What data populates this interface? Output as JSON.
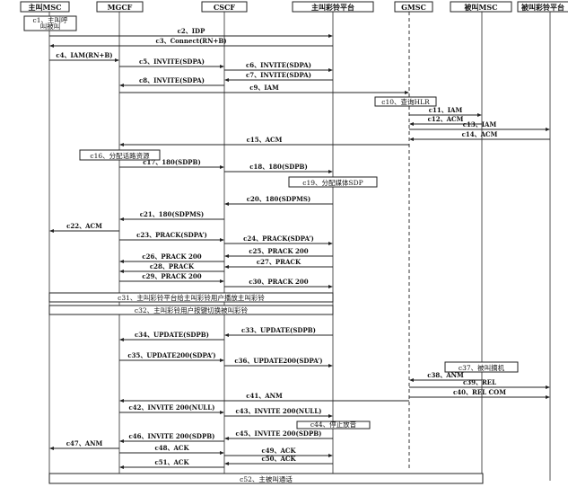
{
  "lifelines": [
    "主叫MSC",
    "MGCF",
    "CSCF",
    "主叫彩铃平台",
    "GMSC",
    "被叫MSC",
    "被叫彩铃平台"
  ],
  "messages": [
    {
      "label": "c2、IDP",
      "from": 0,
      "to": 3
    },
    {
      "label": "c3、Connect(RN+B)",
      "from": 3,
      "to": 0
    },
    {
      "label": "c4、IAM(RN+B)",
      "from": 0,
      "to": 1
    },
    {
      "label": "c5、INVITE(SDPA)",
      "from": 1,
      "to": 2
    },
    {
      "label": "c6、INVITE(SDPA)",
      "from": 2,
      "to": 3
    },
    {
      "label": "c7、INVITE(SDPA)",
      "from": 3,
      "to": 2
    },
    {
      "label": "c8、INVITE(SDPA)",
      "from": 2,
      "to": 1
    },
    {
      "label": "c9、IAM",
      "from": 1,
      "to": 4
    },
    {
      "label": "c11、IAM",
      "from": 4,
      "to": 5
    },
    {
      "label": "c12、ACM",
      "from": 5,
      "to": 4
    },
    {
      "label": "c13、IAM",
      "from": 4,
      "to": 6
    },
    {
      "label": "c14、ACM",
      "from": 6,
      "to": 4
    },
    {
      "label": "c15、ACM",
      "from": 4,
      "to": 1
    },
    {
      "label": "c17、180(SDPB)",
      "from": 1,
      "to": 2
    },
    {
      "label": "c18、180(SDPB)",
      "from": 2,
      "to": 3
    },
    {
      "label": "c20、180(SDPMS)",
      "from": 3,
      "to": 2
    },
    {
      "label": "c21、180(SDPMS)",
      "from": 2,
      "to": 1
    },
    {
      "label": "c22、ACM",
      "from": 1,
      "to": 0
    },
    {
      "label": "c23、PRACK(SDPA’)",
      "from": 1,
      "to": 2
    },
    {
      "label": "c24、PRACK(SDPA’)",
      "from": 2,
      "to": 3
    },
    {
      "label": "c25、PRACK 200",
      "from": 3,
      "to": 2
    },
    {
      "label": "c26、PRACK 200",
      "from": 2,
      "to": 1
    },
    {
      "label": "c27、PRACK",
      "from": 3,
      "to": 2
    },
    {
      "label": "c28、PRACK",
      "from": 2,
      "to": 1
    },
    {
      "label": "c29、PRACK 200",
      "from": 1,
      "to": 2
    },
    {
      "label": "c30、PRACK 200",
      "from": 2,
      "to": 3
    },
    {
      "label": "c33、UPDATE(SDPB)",
      "from": 3,
      "to": 2
    },
    {
      "label": "c34、UPDATE(SDPB)",
      "from": 2,
      "to": 1
    },
    {
      "label": "c35、UPDATE200(SDPA’)",
      "from": 1,
      "to": 2
    },
    {
      "label": "c36、UPDATE200(SDPA’)",
      "from": 2,
      "to": 3
    },
    {
      "label": "c38、ANM",
      "from": 5,
      "to": 4
    },
    {
      "label": "c39、REL",
      "from": 4,
      "to": 6
    },
    {
      "label": "c40、REL COM",
      "from": 4,
      "to": 6
    },
    {
      "label": "c41、ANM",
      "from": 4,
      "to": 1
    },
    {
      "label": "c42、INVITE 200(NULL)",
      "from": 1,
      "to": 2
    },
    {
      "label": "c43、INVITE 200(NULL)",
      "from": 2,
      "to": 3
    },
    {
      "label": "c45、INVITE 200(SDPB)",
      "from": 3,
      "to": 2
    },
    {
      "label": "c46、INVITE 200(SDPB)",
      "from": 2,
      "to": 1
    },
    {
      "label": "c47、ANM",
      "from": 1,
      "to": 0
    },
    {
      "label": "c48、ACK",
      "from": 1,
      "to": 2
    },
    {
      "label": "c49、ACK",
      "from": 2,
      "to": 3
    },
    {
      "label": "c50、ACK",
      "from": 3,
      "to": 2
    },
    {
      "label": "c51、ACK",
      "from": 2,
      "to": 1
    }
  ],
  "notes": [
    {
      "label": "c1、主叫呼叫被叫"
    },
    {
      "label": "c10、查询HLR"
    },
    {
      "label": "c16、分配话路资源"
    },
    {
      "label": "c19、分配媒体SDP"
    },
    {
      "label": "c31、主叫彩铃平台给主叫彩铃用户播放主叫彩铃"
    },
    {
      "label": "c32、主叫彩铃用户按键切换被叫彩铃"
    },
    {
      "label": "c37、被叫摘机"
    },
    {
      "label": "c44、停止放音"
    },
    {
      "label": "c52、主被叫通话"
    }
  ]
}
